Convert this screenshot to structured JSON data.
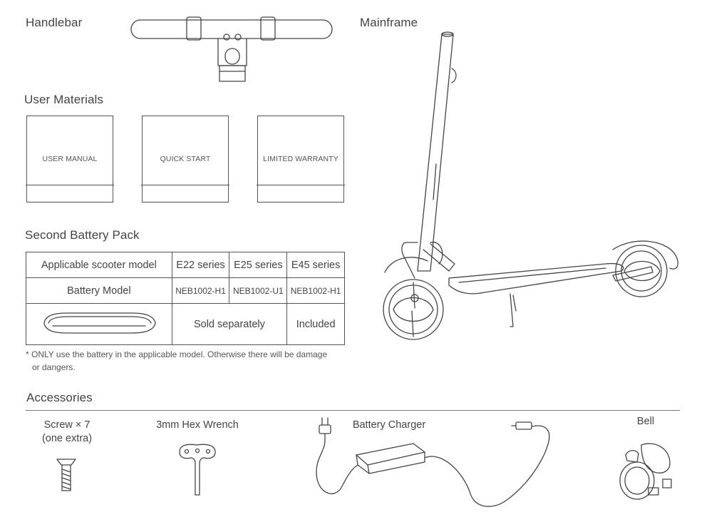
{
  "sections": {
    "handlebar": "Handlebar",
    "mainframe": "Mainframe",
    "user_materials": "User Materials",
    "second_battery": "Second Battery Pack",
    "accessories": "Accessories"
  },
  "user_materials": {
    "items": [
      "USER MANUAL",
      "QUICK START",
      "LIMITED WARRANTY"
    ]
  },
  "battery_table": {
    "row1_label": "Applicable scooter model",
    "row2_label": "Battery Model",
    "columns": [
      "E22 series",
      "E25 series",
      "E45 series"
    ],
    "models": [
      "NEB1002-H1",
      "NEB1002-U1",
      "NEB1002-H1"
    ],
    "sold_separately": "Sold separately",
    "included": "Included"
  },
  "note": {
    "line1": "* ONLY use the battery in the applicable model. Otherwise there will be damage",
    "line2": "or dangers."
  },
  "accessories": {
    "screw_line1": "Screw × 7",
    "screw_line2": "(one extra)",
    "hex_wrench": "3mm Hex Wrench",
    "charger": "Battery Charger",
    "bell": "Bell"
  },
  "icons": [
    "handlebar-illustration",
    "scooter-illustration",
    "battery-pack-illustration",
    "screw-icon",
    "hex-wrench-icon",
    "charger-icon",
    "bell-icon"
  ]
}
